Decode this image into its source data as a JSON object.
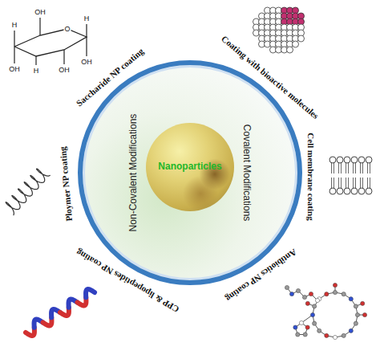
{
  "diagram": {
    "nodes": [
      {
        "text": [
          "Non-Covalent Modifications",
          "Covalent Modifications"
        ]
      },
      {
        "text": [
          "Nanoparticles"
        ],
        "in": 0
      }
    ],
    "labels": [
      "Saccharide NP coating",
      "Coating with bioactive molecules",
      "Cell membrane coating",
      "Antibiotics NP coating",
      "CPP & lipopeptides NP coating",
      "Ploymer NP coating",
      "H",
      "OH",
      "OH",
      "H",
      "OH",
      "O",
      "H",
      "OH"
    ]
  }
}
